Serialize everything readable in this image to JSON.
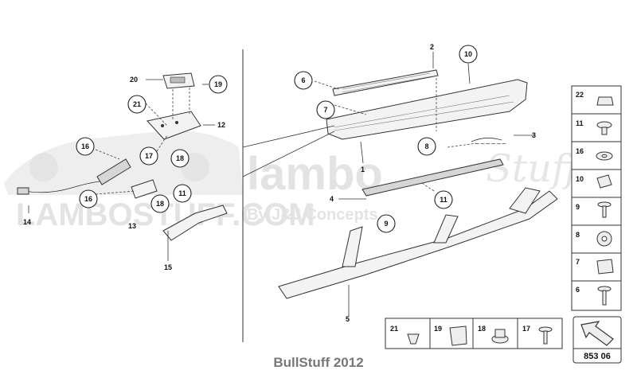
{
  "watermark": {
    "brand_large": "lambo",
    "brand_script": "Stuff",
    "domain": "LAMBOSTUFF.COM",
    "byline": "By J&J Concepts"
  },
  "callouts": [
    "20",
    "19",
    "21",
    "12",
    "16",
    "17",
    "18",
    "16",
    "18",
    "11",
    "14",
    "13",
    "15",
    "6",
    "2",
    "10",
    "7",
    "1",
    "3",
    "8",
    "4",
    "11",
    "9",
    "5"
  ],
  "side_panel": [
    {
      "num": "22",
      "icon": "clip-fastener-icon"
    },
    {
      "num": "11",
      "icon": "push-rivet-icon"
    },
    {
      "num": "16",
      "icon": "washer-icon"
    },
    {
      "num": "10",
      "icon": "expansion-plug-icon"
    },
    {
      "num": "9",
      "icon": "torx-screw-icon"
    },
    {
      "num": "8",
      "icon": "star-washer-icon"
    },
    {
      "num": "7",
      "icon": "spring-nut-icon"
    },
    {
      "num": "6",
      "icon": "flange-screw-icon"
    }
  ],
  "bottom_panel": [
    {
      "num": "21",
      "icon": "plastic-rivet-icon"
    },
    {
      "num": "19",
      "icon": "bracket-clip-icon"
    },
    {
      "num": "18",
      "icon": "flange-nut-icon"
    },
    {
      "num": "17",
      "icon": "hex-screw-icon"
    }
  ],
  "page_code": "853 06",
  "footer": "BullStuff 2012"
}
